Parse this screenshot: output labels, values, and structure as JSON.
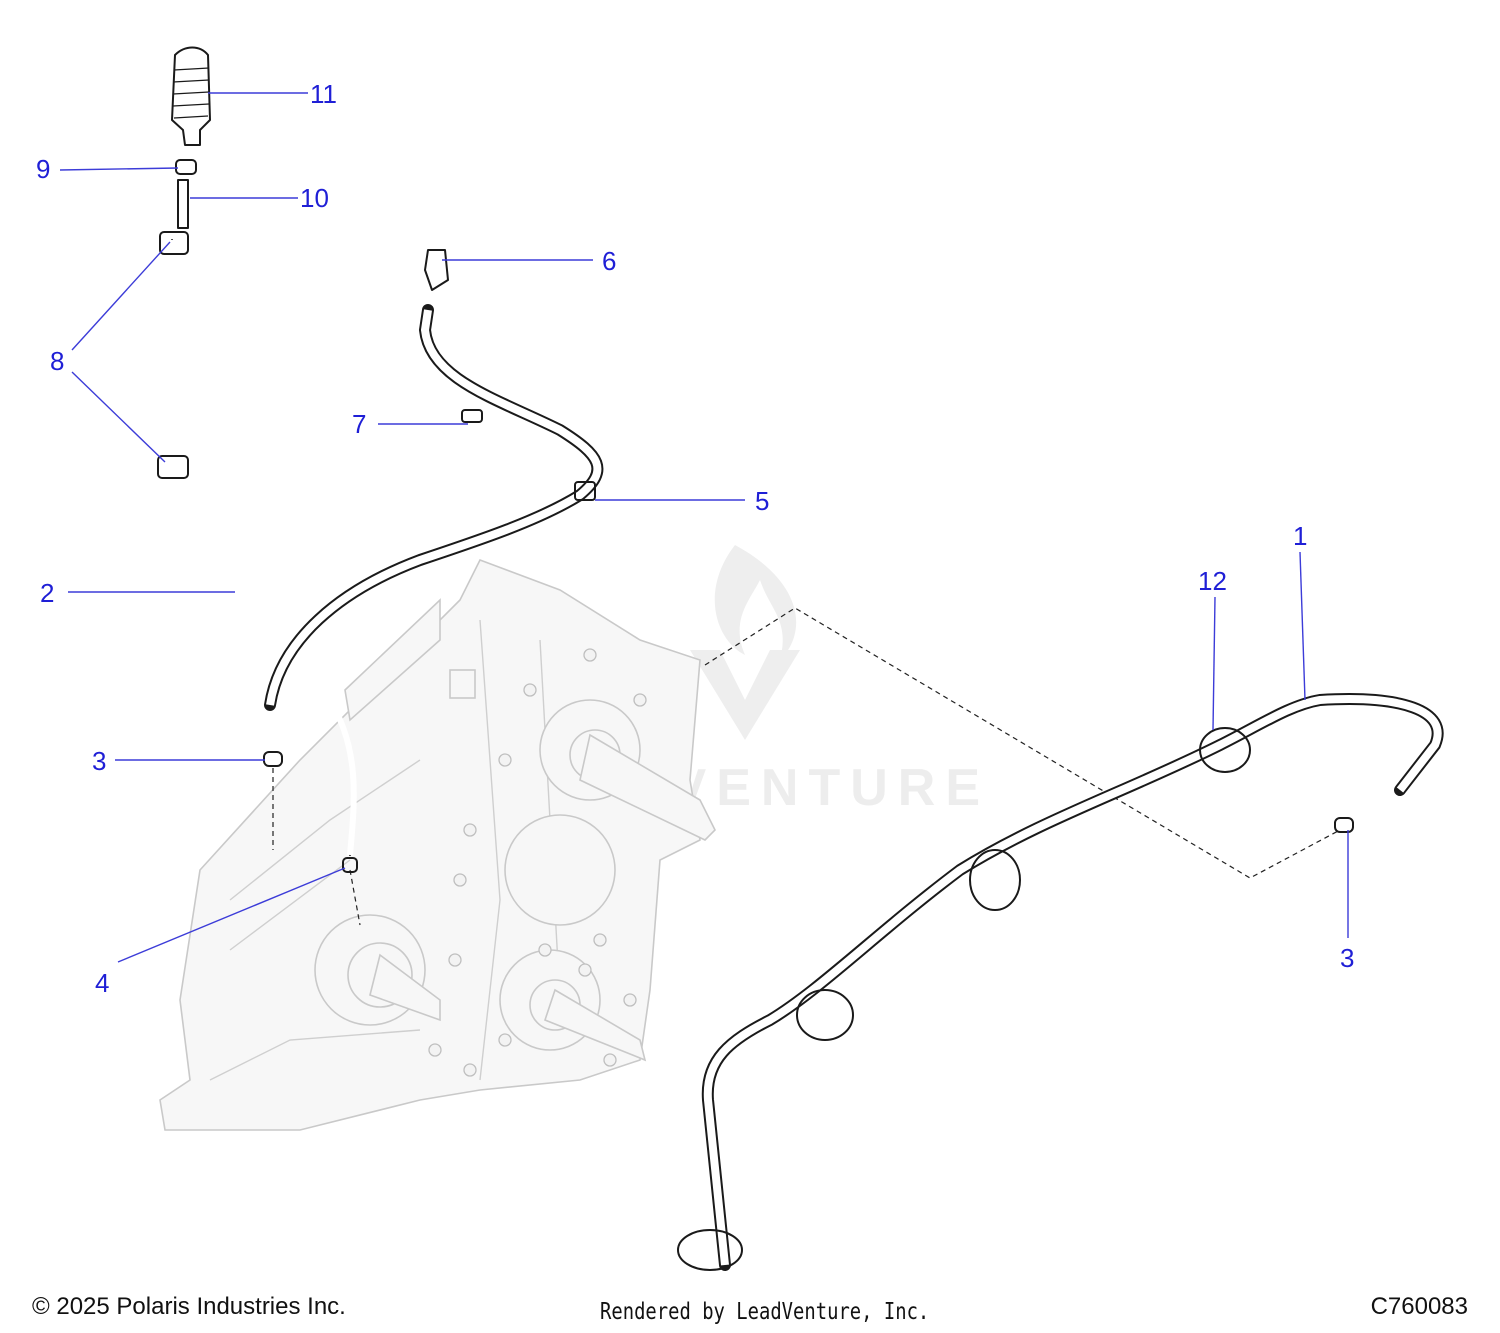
{
  "diagram": {
    "callouts": [
      "11",
      "9",
      "10",
      "6",
      "8",
      "7",
      "5",
      "2",
      "1",
      "12",
      "3",
      "3",
      "4"
    ],
    "watermark": "LEADVENTURE"
  },
  "footer": {
    "copyright": "© 2025 Polaris Industries Inc.",
    "rendered_by": "Rendered by LeadVenture, Inc.",
    "diagram_code": "C760083"
  },
  "colors": {
    "callout": "#1f1fd6",
    "line": "#1a1a1a",
    "housing": "#c9c9c9"
  }
}
